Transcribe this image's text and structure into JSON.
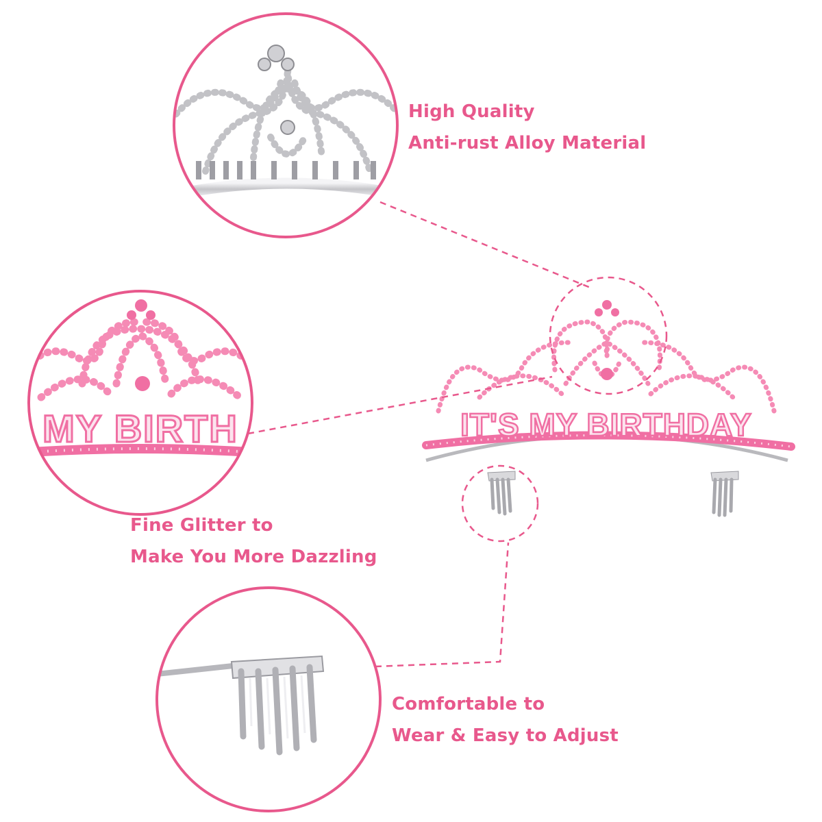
{
  "colors": {
    "accent": "#e8588c",
    "pink_stone": "#f06fa3",
    "pink_light": "#f7a6c6",
    "silver": "#c9c9cc",
    "silver_dark": "#8d8d92"
  },
  "tiara_text": "IT'S MY BIRTHDAY",
  "callouts": {
    "quality": {
      "line1": "High Quality",
      "line2": "Anti-rust Alloy Material"
    },
    "glitter": {
      "line1": "Fine Glitter to",
      "line2": "Make You More Dazzling"
    },
    "comfort": {
      "line1": "Comfortable to",
      "line2": "Wear & Easy to Adjust"
    }
  }
}
